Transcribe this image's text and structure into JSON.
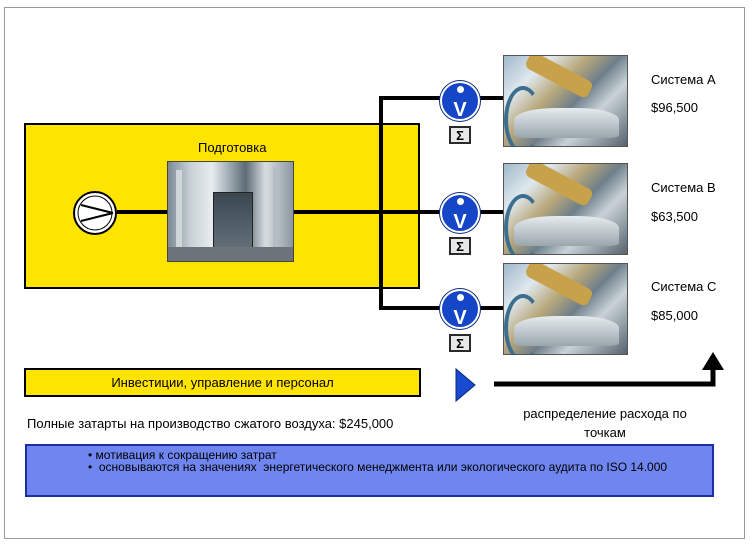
{
  "preparation": {
    "label": "Подготовка"
  },
  "systems": [
    {
      "name": "Система A",
      "cost": "$96,500"
    },
    {
      "name": "Система B",
      "cost": "$63,500"
    },
    {
      "name": "Система C",
      "cost": "$85,000"
    }
  ],
  "meter": {
    "symbol": "V",
    "sum_symbol": "Σ"
  },
  "investment_label": "Инвестиции,  управление и персонал",
  "total_costs": "Полные затарты на производство сжатого воздуха: $245,000",
  "distribution_label": "распределение расхода по точкам",
  "benefits": [
    "мотивация к сокращению затрат",
    " основываются на значениях  энергетического менеджмента или экологического аудита по ISO 14.000"
  ],
  "colors": {
    "yellow": "#ffe400",
    "blue_box": "#6f86f0",
    "meter_blue": "#1646c8",
    "arrow_red": "#e8151c",
    "triangle_blue": "#1a4ad0"
  }
}
